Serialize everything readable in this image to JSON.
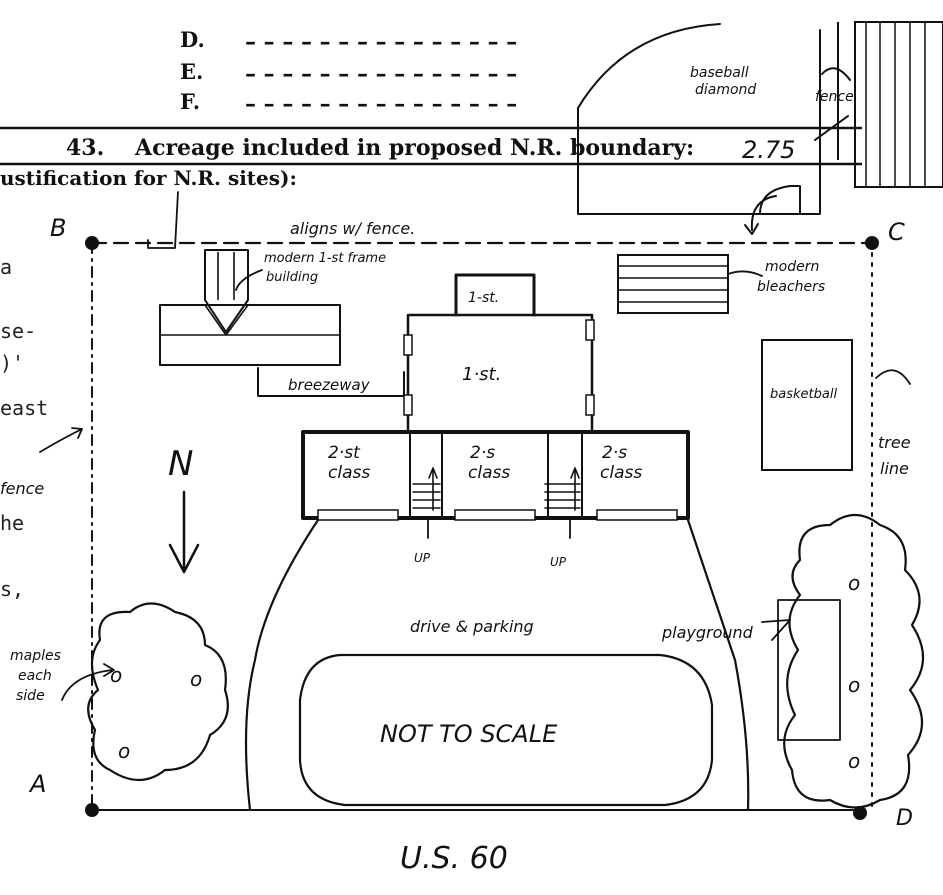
{
  "form": {
    "items": [
      {
        "letter": "D.",
        "dashes": "– –  – – – – – – –  – – – – – –"
      },
      {
        "letter": "E.",
        "dashes": "– –  – – – – – – –  – – – – – –"
      },
      {
        "letter": "F.",
        "dashes": "– –  – – – – – – –  – – – – – –"
      }
    ],
    "question_number": "43.",
    "question_text": "Acreage included in proposed N.R. boundary:",
    "acreage_value": "2.75",
    "justification_heading": "ustification for N.R. sites):",
    "left_text_fragments": [
      "a",
      "se-",
      ")'",
      "east",
      "he",
      "s,"
    ]
  },
  "site_plan": {
    "corners": {
      "b": "B",
      "c": "C",
      "a": "A",
      "d": "D"
    },
    "north_label": "N",
    "annotations": {
      "baseball_line1": "baseball",
      "baseball_line2": "diamond",
      "fence_top_right": "fence",
      "aligns_with_fence": "aligns w/ fence.",
      "modern_frame_line1": "modern 1-st frame",
      "modern_frame_line2": "building",
      "modern_bleachers_line1": "modern",
      "modern_bleachers_line2": "bleachers",
      "breezeway": "breezeway",
      "one_story_top": "1-st.",
      "one_story_main": "1·st.",
      "basketball": "basketball",
      "tree_line_line1": "tree",
      "tree_line_line2": "line",
      "fence_left": "fence",
      "maples_line1": "maples",
      "maples_line2": "each",
      "maples_line3": "side",
      "drive_parking": "drive & parking",
      "playground": "playground",
      "not_to_scale": "NOT TO SCALE",
      "road": "U.S. 60"
    },
    "classrooms": [
      {
        "story": "2·st",
        "label": "class"
      },
      {
        "story": "2·s",
        "label": "class"
      },
      {
        "story": "2·s",
        "label": "class"
      }
    ],
    "stairs": [
      {
        "label": "UP"
      },
      {
        "label": "UP"
      }
    ]
  }
}
